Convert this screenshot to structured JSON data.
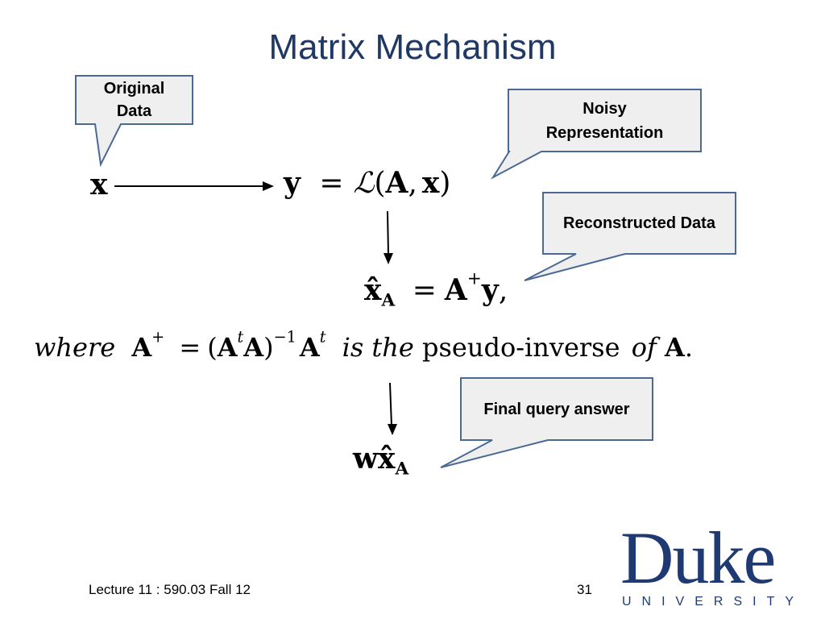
{
  "title": "Matrix Mechanism",
  "callouts": {
    "original_data": [
      "Original",
      "Data"
    ],
    "noisy_representation": [
      "Noisy",
      "Representation"
    ],
    "reconstructed_data": "Reconstructed Data",
    "final_query_answer": "Final query answer"
  },
  "equations": {
    "input": "x",
    "noisy": {
      "lhs": "y",
      "eq": "=",
      "func": "ℒ",
      "open": "(",
      "arg1": "A",
      "comma": ",",
      "arg2": "x",
      "close": ")"
    },
    "reconstruct": {
      "lhs": "x̂",
      "sub": "A",
      "eq": "=",
      "mat": "A",
      "sup": "+",
      "vec": "y",
      "trail": ","
    },
    "where": {
      "w1": "where",
      "mat": "A",
      "sup": "+",
      "eq": "=",
      "p_open": "(",
      "m1": "A",
      "t1": "t",
      "m2": "A",
      "p_close": ")",
      "inv": "−1",
      "m3": "A",
      "t2": "t",
      "w2": "is the",
      "w3": "pseudo-inverse",
      "w4": "of",
      "m4": "A",
      "dot": "."
    },
    "answer": {
      "w": "w",
      "xhat": "x̂",
      "sub": "A"
    }
  },
  "footer": {
    "lecture": "Lecture 11 : 590.03 Fall 12",
    "page": "31"
  },
  "logo": {
    "name": "Duke",
    "sub": "UNIVERSITY"
  },
  "colors": {
    "title": "#1f3864",
    "callout_fill": "#efefef",
    "callout_border": "#4a6a94",
    "logo": "#1f3a72"
  }
}
